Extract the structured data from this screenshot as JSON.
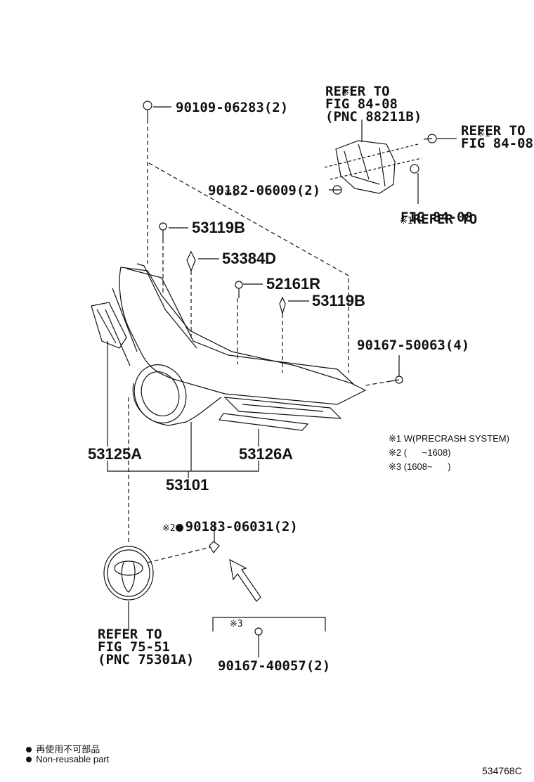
{
  "refs": {
    "r1_mark": "※1",
    "r1_l1": "REFER TO",
    "r1_l2": "FIG 84-08",
    "r1_l3": "(PNC 88211B)",
    "r2_mark": "※1",
    "r2_l1": "REFER TO",
    "r2_l2": "FIG 84-08",
    "r3_mark": "※1",
    "r3_l1": "REFER TO",
    "r3_l2": "FIG 84-08",
    "emblem_l1": "REFER TO",
    "emblem_l2": "FIG 75-51",
    "emblem_l3": "(PNC 75301A)"
  },
  "parts": {
    "p1": "90109-06283(2)",
    "p2_mark": "※1",
    "p2": "90182-06009(2)",
    "p3": "53119B",
    "p4": "53384D",
    "p5": "52161R",
    "p6": "53119B",
    "p7": "90167-50063(4)",
    "p8": "53125A",
    "p9": "53126A",
    "p10": "53101",
    "p11_mark": "※2",
    "p11": "90183-06031(2)",
    "p12_mark": "※3",
    "p12": "90167-40057(2)"
  },
  "notes": {
    "n1": "※1 W(PRECRASH SYSTEM)",
    "n2": "※2 (      ~1608)",
    "n3": "※3 (1608~      )"
  },
  "legend": {
    "l1": "再使用不可部品",
    "l2": "Non-reusable part"
  },
  "code": "534768C"
}
